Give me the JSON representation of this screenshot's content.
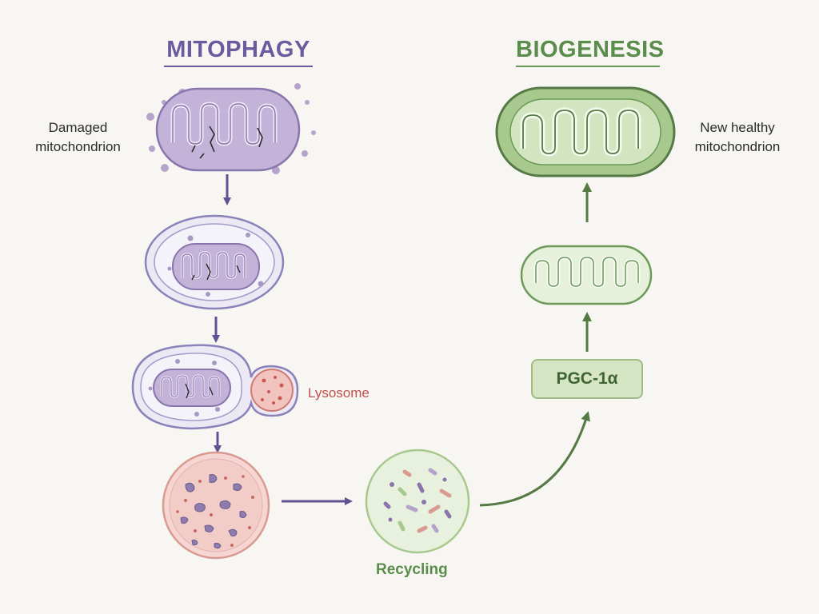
{
  "titles": {
    "mitophagy": "MITOPHAGY",
    "biogenesis": "BIOGENESIS"
  },
  "labels": {
    "damaged_line1": "Damaged",
    "damaged_line2": "mitochondrion",
    "healthy_line1": "New healthy",
    "healthy_line2": "mitochondrion",
    "lysosome": "Lysosome",
    "recycling": "Recycling",
    "pgc": "PGC-1α"
  },
  "colors": {
    "background": "#f8f6f2",
    "mitophagy_purple": "#6a5a9e",
    "biogenesis_green": "#5a8c4c",
    "lysosome_red": "#c0504d",
    "recycling_green": "#a8c98e"
  },
  "icons": [
    "damaged-mitochondrion-icon",
    "autophagosome-icon",
    "lysosome-fusion-icon",
    "autolysosome-icon",
    "recycling-vesicle-icon",
    "growing-mitochondrion-icon",
    "healthy-mitochondrion-icon"
  ]
}
